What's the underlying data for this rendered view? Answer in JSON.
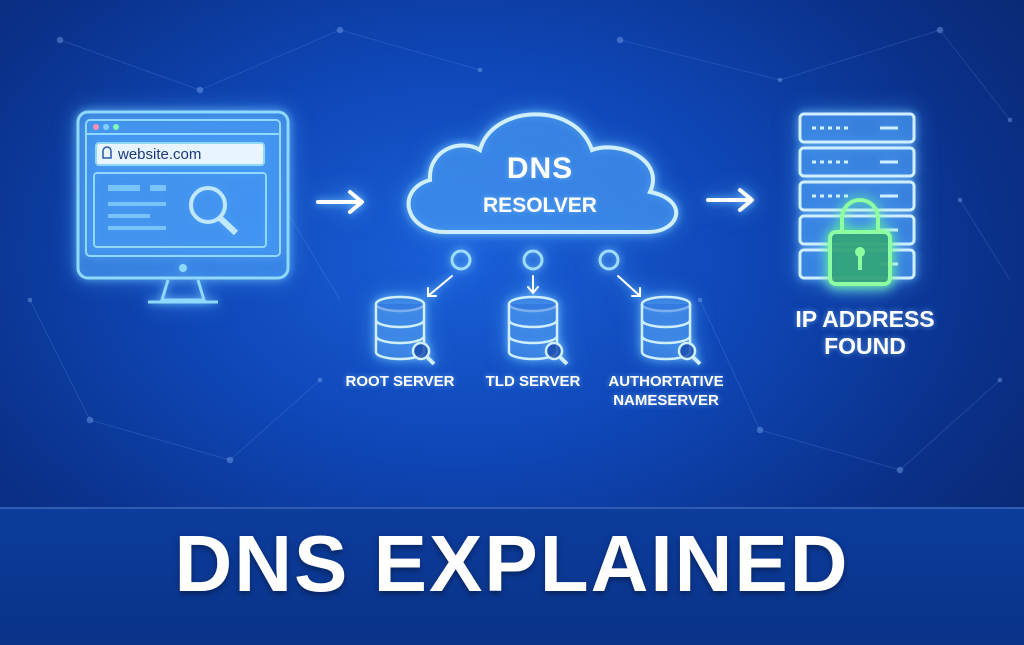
{
  "browser": {
    "url": "website.com"
  },
  "resolver": {
    "title": "DNS",
    "subtitle": "RESOLVER"
  },
  "servers": [
    {
      "label": "ROOT SERVER"
    },
    {
      "label": "TLD SERVER"
    },
    {
      "label": "AUTHORTATIVE\nNAMESERVER"
    }
  ],
  "result": {
    "label": "IP ADDRESS\nFOUND"
  },
  "banner": {
    "title": "DNS EXPLAINED"
  },
  "colors": {
    "background": "#0f47b8",
    "glow": "#7fd0ff",
    "lock": "#6dff8a",
    "banner": "#0a3388"
  },
  "icons": [
    "monitor-icon",
    "search-icon",
    "cloud-icon",
    "database-icon",
    "server-rack-icon",
    "padlock-icon",
    "arrow-right-icon"
  ]
}
